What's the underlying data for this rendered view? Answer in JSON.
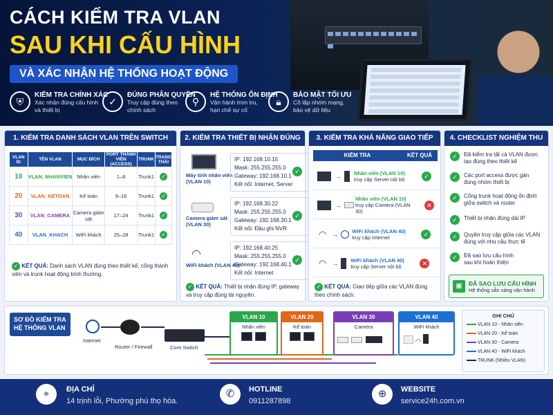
{
  "hero": {
    "line1": "CÁCH KIỂM TRA VLAN",
    "line2": "SAU KHI CẤU HÌNH",
    "line3": "VÀ XÁC NHẬN HỆ THỐNG HOẠT ĐỘNG",
    "features": [
      {
        "icon": "shield-icon",
        "title": "KIỂM TRA CHÍNH XÁC",
        "sub1": "Xác nhận đúng cấu hình",
        "sub2": "và thiết bị"
      },
      {
        "icon": "check-circle-icon",
        "title": "ĐÚNG PHÂN QUYỀN",
        "sub1": "Truy cập đúng theo",
        "sub2": "chính sách"
      },
      {
        "icon": "network-icon",
        "title": "HỆ THỐNG ỔN ĐỊNH",
        "sub1": "Vận hành trơn tru,",
        "sub2": "hạn chế sự cố"
      },
      {
        "icon": "lock-icon",
        "title": "BẢO MẬT TỐI ƯU",
        "sub1": "Cô lập nhóm mạng,",
        "sub2": "bảo vệ dữ liệu"
      }
    ]
  },
  "p1": {
    "title": "1. KIỂM TRA DANH SÁCH VLAN TRÊN SWITCH",
    "headers": [
      "VLAN ID",
      "TÊN VLAN",
      "MỤC ĐÍCH",
      "PORT THÀNH VIÊN (ACCESS)",
      "TRUNK",
      "TRẠNG THÁI"
    ],
    "rows": [
      {
        "id": "10",
        "name": "VLAN_NHANVIEN",
        "purpose": "Nhân viên",
        "ports": "1–8",
        "trunk": "Trunk1",
        "status": "ok",
        "color": "#2aa84a"
      },
      {
        "id": "20",
        "name": "VLAN_KETOAN",
        "purpose": "Kế toán",
        "ports": "9–16",
        "trunk": "Trunk1",
        "status": "ok",
        "color": "#e0661a"
      },
      {
        "id": "30",
        "name": "VLAN_CAMERA",
        "purpose": "Camera giám sát",
        "ports": "17–24",
        "trunk": "Trunk1",
        "status": "ok",
        "color": "#7a3fb5"
      },
      {
        "id": "40",
        "name": "VLAN_KHACH",
        "purpose": "WiFi khách",
        "ports": "25–28",
        "trunk": "Trunk1",
        "status": "ok",
        "color": "#1d6fd6"
      }
    ],
    "result_label": "KẾT QUẢ:",
    "result_text": "Danh sách VLAN đúng theo thiết kế, cổng thành viên và trunk hoạt động bình thường."
  },
  "p2": {
    "title": "2. KIỂM TRA THIẾT BỊ NHẬN ĐÚNG MẠNG",
    "devices": [
      {
        "label": "Máy tính nhân viên (VLAN 10)",
        "ip": "IP: 192.168.10.15",
        "mask": "Mask: 255.255.255.0",
        "gw": "Gateway: 192.168.10.1",
        "conn": "Kết nối: Internet, Server"
      },
      {
        "label": "Camera giám sát (VLAN 30)",
        "ip": "IP: 192.168.30.22",
        "mask": "Mask: 255.255.255.0",
        "gw": "Gateway: 192.168.30.1",
        "conn": "Kết nối: Đầu ghi NVR"
      },
      {
        "label": "WiFi khách (VLAN 40)",
        "ip": "IP: 192.168.40.25",
        "mask": "Mask: 255.255.255.0",
        "gw": "Gateway: 192.168.40.1",
        "conn": "Kết nối: Internet"
      }
    ],
    "result_label": "KẾT QUẢ:",
    "result_text": "Thiết bị nhận đúng IP, gateway và truy cập đúng tài nguyên."
  },
  "p3": {
    "title": "3. KIỂM TRA KHẢ NĂNG GIAO TIẾP GIỮA CÁC VLAN",
    "h_check": "KIỂM TRA",
    "h_result": "KẾT QUẢ",
    "rows": [
      {
        "src": "Nhân viên (VLAN 10)",
        "dst": "truy cập Server nội bộ",
        "result": "ok"
      },
      {
        "src": "Nhân viên (VLAN 10)",
        "dst": "truy cập Camera (VLAN 30)",
        "result": "bad"
      },
      {
        "src": "WiFi khách (VLAN 40)",
        "dst": "truy cập Internet",
        "result": "ok"
      },
      {
        "src": "WiFi khách (VLAN 40)",
        "dst": "truy cập Server nội bộ",
        "result": "bad"
      }
    ],
    "result_label": "KẾT QUẢ:",
    "result_text": "Giao tiếp giữa các VLAN đúng theo chính sách."
  },
  "p4": {
    "title": "4. CHECKLIST NGHIỆM THU VLAN",
    "items": [
      {
        "l1": "Đã kiểm tra tất cả VLAN được",
        "l2": "tạo đúng theo thiết kế"
      },
      {
        "l1": "Các port access được gán",
        "l2": "đúng nhóm thiết bị"
      },
      {
        "l1": "Cổng trunk hoạt động ổn định",
        "l2": "giữa switch và router"
      },
      {
        "l1": "Thiết bị nhận đúng dải IP",
        "l2": ""
      },
      {
        "l1": "Quyền truy cập giữa các VLAN",
        "l2": "đúng với nhu cầu thực tế"
      },
      {
        "l1": "Đã sao lưu cấu hình",
        "l2": "sau khi hoàn thiện"
      }
    ],
    "save_title": "ĐÃ SAO LƯU CẤU HÌNH",
    "save_sub": "Hệ thống sẵn sàng vận hành"
  },
  "diagram": {
    "title1": "SƠ ĐỒ KIỂM TRA",
    "title2": "HỆ THỐNG VLAN",
    "internet": "Internet",
    "router": "Router / Firewall",
    "core": "Core Switch",
    "groups": [
      {
        "vlan": "VLAN 10",
        "name": "Nhân viên",
        "color": "#2aa84a"
      },
      {
        "vlan": "VLAN 20",
        "name": "Kế toán",
        "color": "#e0661a"
      },
      {
        "vlan": "VLAN 30",
        "name": "Camera",
        "color": "#7a3fb5"
      },
      {
        "vlan": "VLAN 40",
        "name": "WiFi khách",
        "color": "#1d6fd6"
      }
    ],
    "legend_title": "GHI CHÚ",
    "legend": [
      {
        "text": "VLAN 10 - Nhân viên",
        "color": "#2aa84a"
      },
      {
        "text": "VLAN 20 - Kế toán",
        "color": "#e0661a"
      },
      {
        "text": "VLAN 30 - Camera",
        "color": "#7a3fb5"
      },
      {
        "text": "VLAN 40 - WiFi khách",
        "color": "#1d6fd6"
      },
      {
        "text": "TRUNK (Nhiều VLAN)",
        "color": "#1a2a4a"
      }
    ]
  },
  "footer": {
    "addr_label": "ĐỊA CHỈ",
    "addr": "14 trịnh lỗi, Phường phú thọ hòa.",
    "hotline_label": "HOTLINE",
    "hotline": "0911287898",
    "web_label": "WEBSITE",
    "web": "service24h.com.vn"
  }
}
